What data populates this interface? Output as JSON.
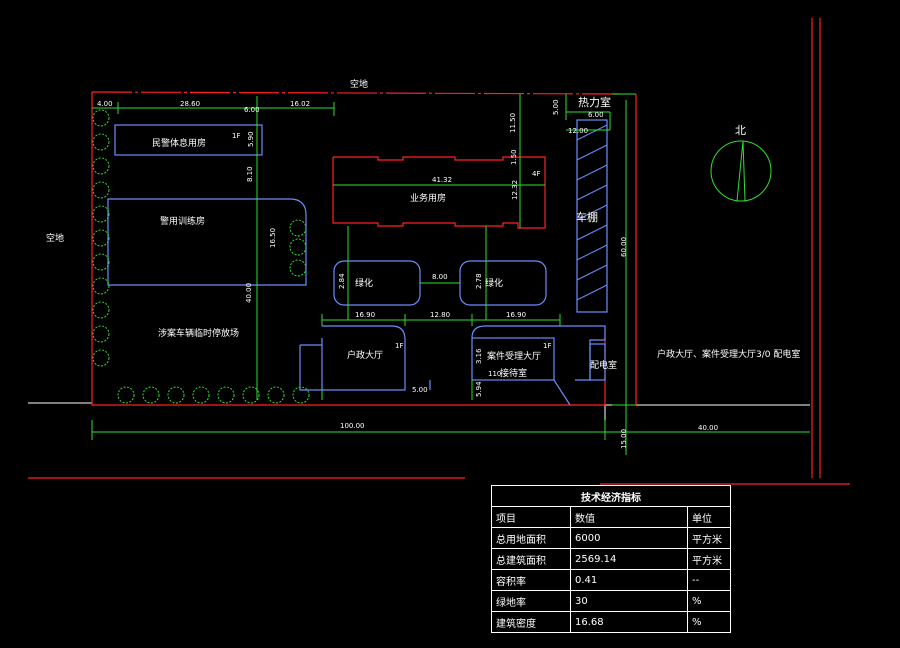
{
  "drawing": {
    "labels": {
      "empty_top": "空地",
      "empty_left": "空地",
      "heat_room": "热力室",
      "bike_shed": "车棚",
      "north": "北",
      "civil_police": "民警体息用房",
      "police_training": "警用训练房",
      "vehicle_parking": "涉案车辆临时停放场",
      "business_rooms": "业务用房",
      "green_left": "绿化",
      "green_right": "绿化",
      "hukou_hall": "户政大厅",
      "case_hall": "案件受理大厅",
      "reception_room": "接待室",
      "distribution_room": "配电室",
      "right_note": "户政大厅、案件受理大厅3/0  配电室",
      "stair_mark": "1F",
      "level_4f": "4F",
      "num_110": "110"
    },
    "dimensions": [
      "4.00",
      "28.60",
      "6.00",
      "16.02",
      "5.00",
      "6.00",
      "12.00",
      "11.50",
      "5.90",
      "8.10",
      "41.32",
      "1.50",
      "12.32",
      "16.50",
      "40.00",
      "60.00",
      "2.84",
      "8.00",
      "2.78",
      "16.90",
      "12.80",
      "16.90",
      "3.16",
      "5.00",
      "5.94",
      "100.00",
      "40.00",
      "15.00"
    ]
  },
  "table": {
    "title": "技术经济指标",
    "headers": [
      "项目",
      "数值",
      "单位"
    ],
    "rows": [
      [
        "总用地面积",
        "6000",
        "平方米"
      ],
      [
        "总建筑面积",
        "2569.14",
        "平方米"
      ],
      [
        "容积率",
        "0.41",
        "--"
      ],
      [
        "绿地率",
        "30",
        "%"
      ],
      [
        "建筑密度",
        "16.68",
        "%"
      ]
    ]
  },
  "colors": {
    "background": "#000000",
    "site_boundary": "#ff2020",
    "building": "#6a8cff",
    "dimension": "#2ee02e",
    "text": "#ffffff",
    "tree": "#2ee02e",
    "road": "#ffffff"
  }
}
